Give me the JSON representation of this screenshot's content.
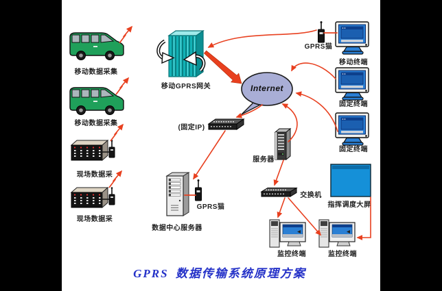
{
  "title": "GPRS 数据传输系统原理方案",
  "colors": {
    "van_green": "#1fa05a",
    "gateway_teal": "#12b2b6",
    "cloud_fill": "#a9aed6",
    "screen_blue": "#2a7fd4",
    "big_screen_blue": "#1590d8",
    "connection_red": "#e8401f",
    "title_blue": "#2431c8"
  },
  "nodes": {
    "mobile_collect_1": "移动数据采集",
    "mobile_collect_2": "移动数据采集",
    "field_collect_1": "现场数据采",
    "field_collect_2": "现场数据采",
    "gateway": "移动GPRS网关",
    "internet": "Internet",
    "fixed_ip": "(固定IP)",
    "server": "服务器",
    "datacenter_server": "数据中心服务器",
    "gprs_modem_datacenter": "GPRS猫",
    "gprs_modem_terminal": "GPRS猫",
    "mobile_terminal": "移动终端",
    "fixed_terminal_1": "固定终端",
    "fixed_terminal_2": "固定终端",
    "switch": "交换机",
    "big_screen": "指挥调度大屏",
    "monitor_terminal_1": "监控终端",
    "monitor_terminal_2": "监控终端"
  }
}
